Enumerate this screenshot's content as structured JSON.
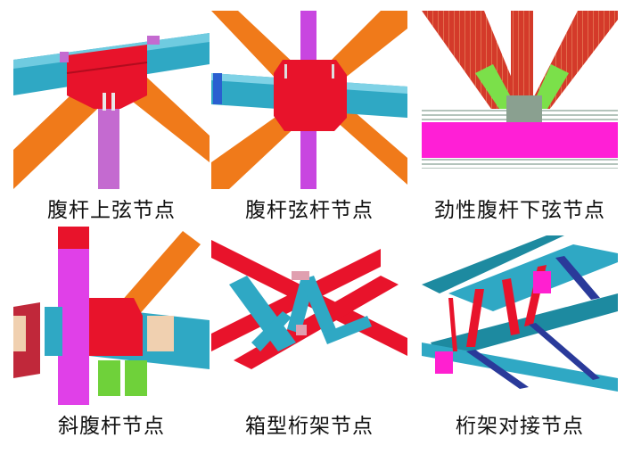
{
  "figures": [
    {
      "caption": "腹杆上弦节点"
    },
    {
      "caption": "腹杆弦杆节点"
    },
    {
      "caption": "劲性腹杆下弦节点"
    },
    {
      "caption": "斜腹杆节点"
    },
    {
      "caption": "箱型桁架节点"
    },
    {
      "caption": "桁架对接节点"
    }
  ],
  "colors": {
    "red": "#e8132b",
    "orange": "#f07a1a",
    "cyan": "#2fa8c4",
    "magenta": "#e040e8",
    "pink": "#ff1fd6",
    "green": "#5fd13a",
    "teal": "#1d8aa0",
    "navy": "#2a3a9a"
  }
}
